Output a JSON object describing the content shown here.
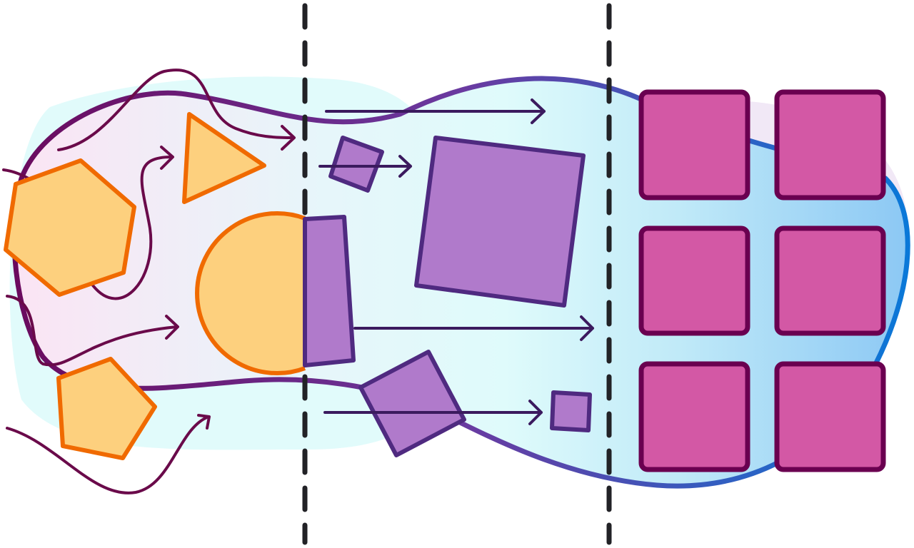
{
  "illustration": {
    "theme": "chaos-to-order",
    "colors": {
      "chaotic_fill": "#fdd07e",
      "chaotic_stroke": "#f06a00",
      "transition_fill": "#b07acb",
      "transition_stroke": "#4f2a80",
      "ordered_fill": "#d358a5",
      "ordered_stroke": "#6a0050",
      "divider": "#222226",
      "blob_outline_start": "#6a0a5e",
      "blob_outline_end": "#0a78d8"
    },
    "sections": [
      "chaotic-shapes",
      "transforming-shapes",
      "ordered-grid"
    ],
    "grid": {
      "rows": 3,
      "columns": 2
    }
  }
}
